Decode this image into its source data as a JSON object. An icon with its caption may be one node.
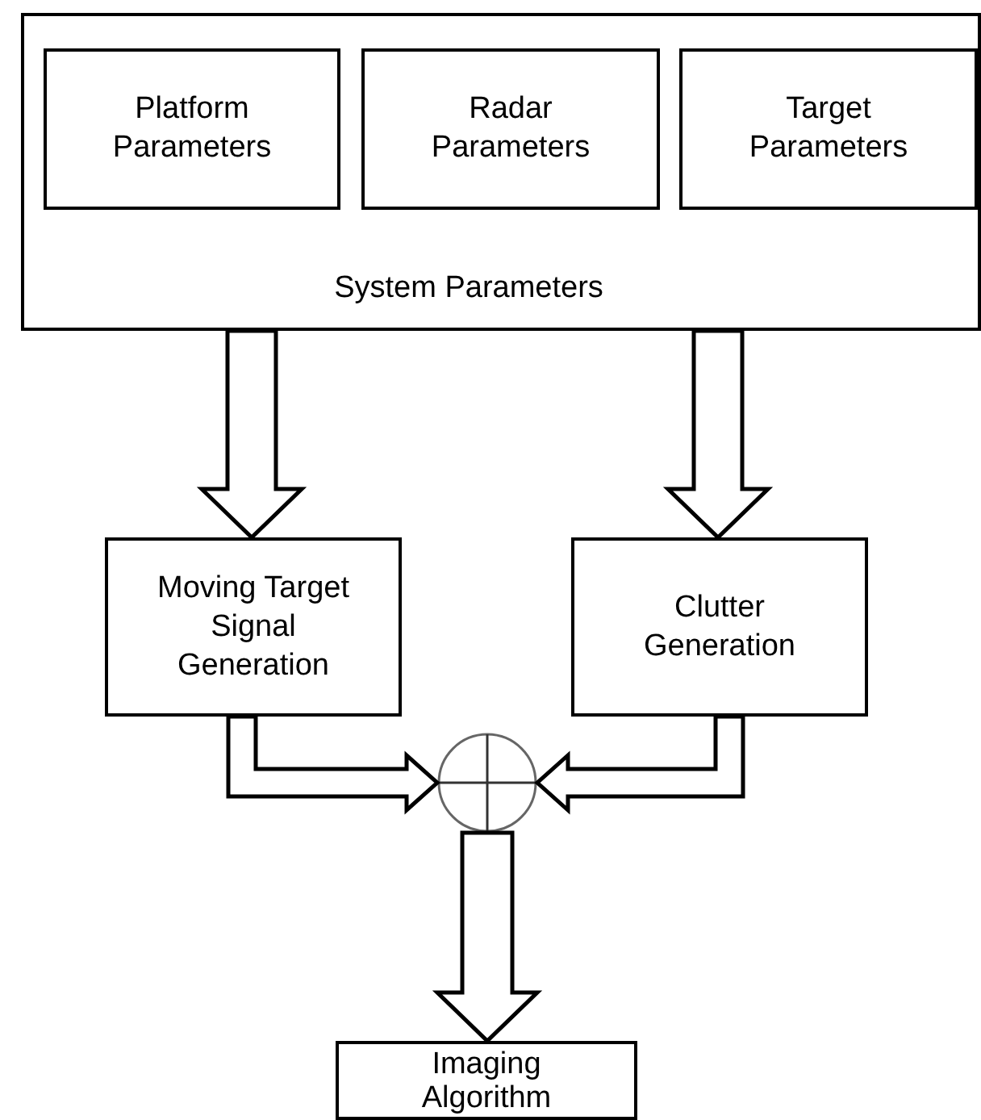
{
  "diagram": {
    "nodes": [
      {
        "text": [
          "System Parameters"
        ]
      },
      {
        "text": [
          "Platform Parameters"
        ],
        "in": 0
      },
      {
        "text": [
          "Radar Parameters"
        ],
        "in": 0
      },
      {
        "text": [
          "Target Parameters"
        ],
        "in": 0
      },
      {
        "text": [
          "Moving Target Signal Generation"
        ]
      },
      {
        "text": [
          "Clutter Generation"
        ]
      },
      {
        "text": [],
        "shape": "circle"
      },
      {
        "text": [
          "Imaging Algorithm"
        ]
      }
    ],
    "edges": [
      {
        "from": 0,
        "to": 4,
        "arrow": "to"
      },
      {
        "from": 0,
        "to": 5,
        "arrow": "to"
      },
      {
        "from": 4,
        "to": 6,
        "arrow": "to"
      },
      {
        "from": 5,
        "to": 6,
        "arrow": "to"
      },
      {
        "from": 6,
        "to": 7,
        "arrow": "to"
      }
    ]
  }
}
